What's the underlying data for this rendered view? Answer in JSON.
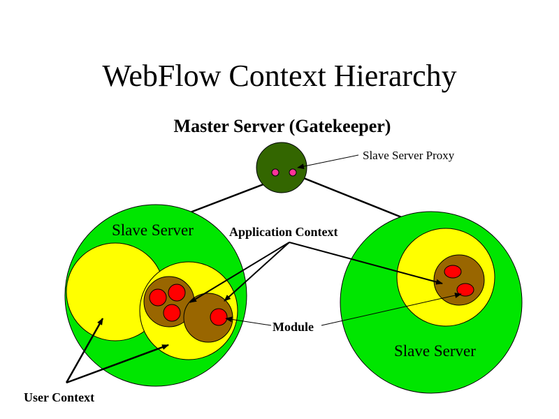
{
  "title": "WebFlow Context Hierarchy",
  "master_label": "Master Server (Gatekeeper)",
  "labels": {
    "slave_server_proxy": "Slave Server Proxy",
    "slave_server_left": "Slave Server",
    "slave_server_right": "Slave Server",
    "application_context": "Application Context",
    "module": "Module",
    "user_context": "User Context"
  },
  "colors": {
    "background": "#ffffff",
    "master": "#336600",
    "proxy": "#ff3399",
    "slave_server": "#00e600",
    "user_context": "#ffff00",
    "application_context": "#996600",
    "module": "#ff0000",
    "line": "#000000"
  }
}
